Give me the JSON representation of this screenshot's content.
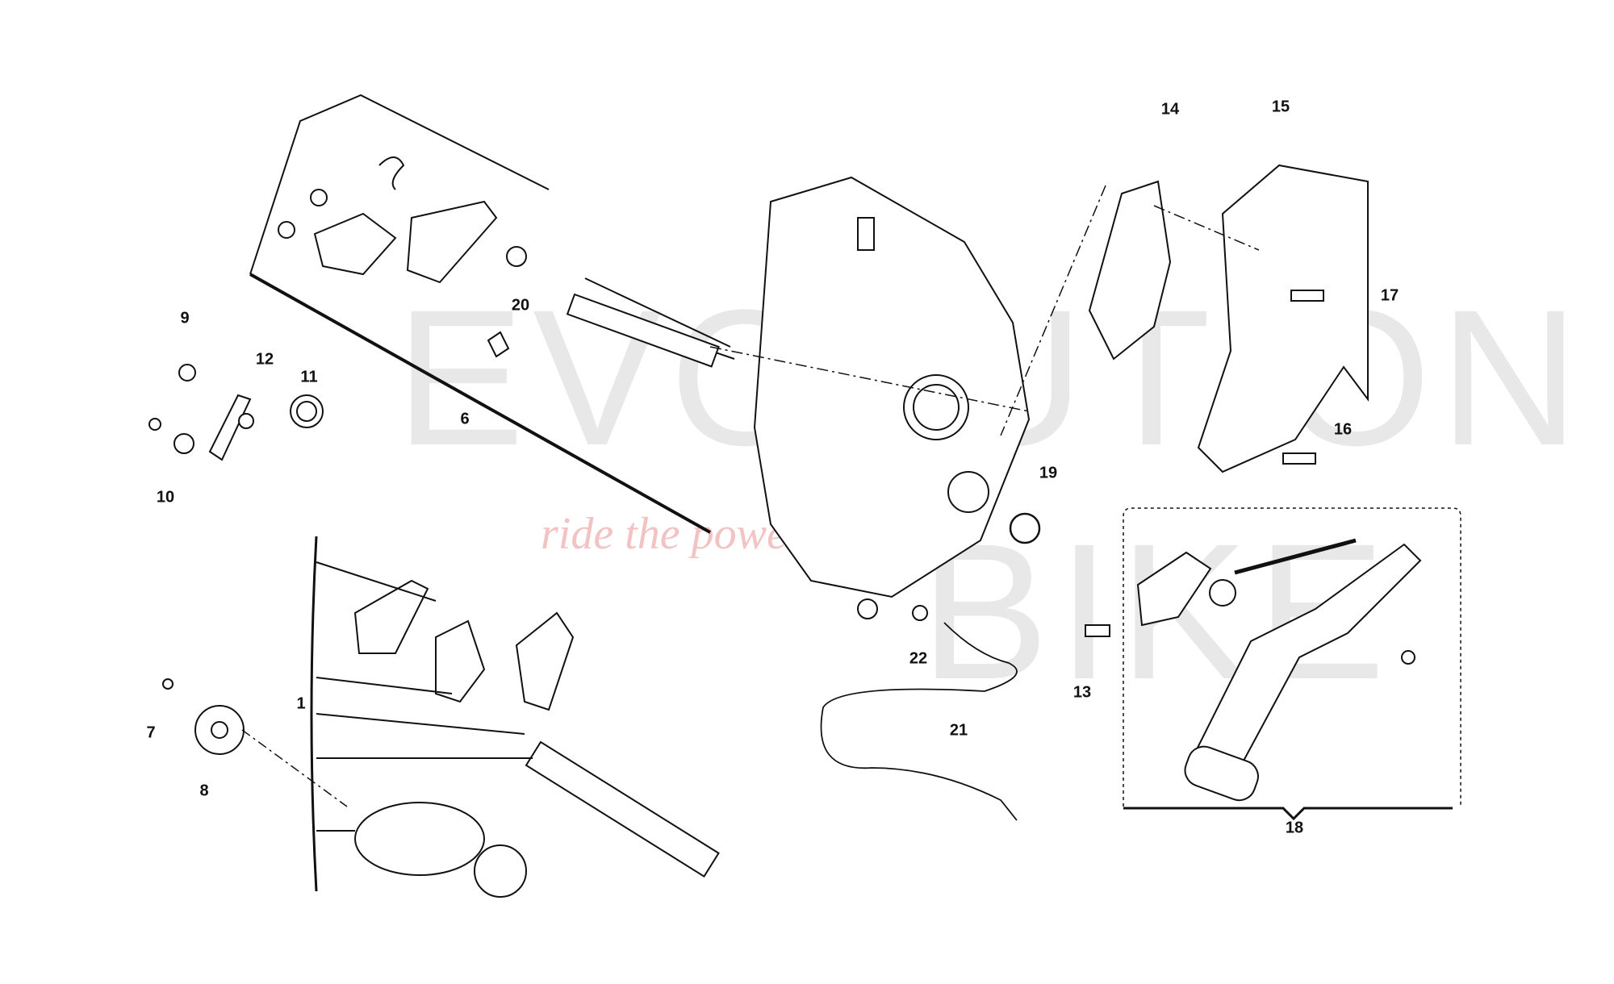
{
  "watermark": {
    "brand_line1": "EVOLUTION",
    "brand_line2": "BIKE",
    "tagline": "ride the power"
  },
  "callouts": [
    {
      "id": "1",
      "label": "1"
    },
    {
      "id": "6",
      "label": "6"
    },
    {
      "id": "7",
      "label": "7"
    },
    {
      "id": "8",
      "label": "8"
    },
    {
      "id": "9",
      "label": "9"
    },
    {
      "id": "10",
      "label": "10"
    },
    {
      "id": "11",
      "label": "11"
    },
    {
      "id": "12",
      "label": "12"
    },
    {
      "id": "13",
      "label": "13"
    },
    {
      "id": "14",
      "label": "14"
    },
    {
      "id": "15",
      "label": "15"
    },
    {
      "id": "16",
      "label": "16"
    },
    {
      "id": "17",
      "label": "17"
    },
    {
      "id": "18",
      "label": "18"
    },
    {
      "id": "19",
      "label": "19"
    },
    {
      "id": "20",
      "label": "20"
    },
    {
      "id": "21",
      "label": "21"
    },
    {
      "id": "22",
      "label": "22"
    }
  ]
}
